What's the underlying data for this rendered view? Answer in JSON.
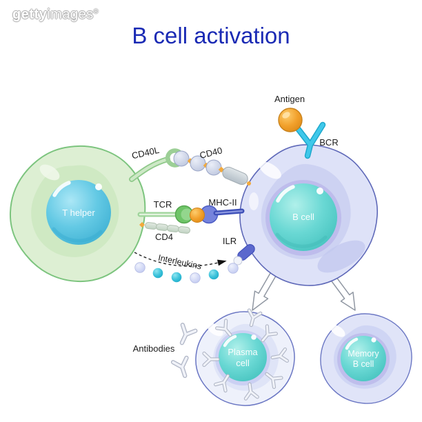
{
  "watermark": {
    "brand_bold": "getty",
    "brand_regular": "images",
    "registered_mark": "®"
  },
  "title": "B cell activation",
  "labels": {
    "antigen": "Antigen",
    "bcr": "BCR",
    "cd40l": "CD40L",
    "cd40": "CD40",
    "tcr": "TCR",
    "mhc_ii": "MHC-II",
    "cd4": "CD4",
    "ilr": "ILR",
    "interleukins": "Interleukins",
    "antibodies": "Antibodies"
  },
  "cells": {
    "t_helper": {
      "label": "T helper"
    },
    "b_cell": {
      "label": "B cell"
    },
    "plasma_cell": {
      "label_line1": "Plasma",
      "label_line2": "cell"
    },
    "memory_b_cell": {
      "label_line1": "Memory",
      "label_line2": "B cell"
    }
  },
  "colors": {
    "title_blue": "#1a2ab4",
    "t_helper_body": "#ddefd3",
    "t_helper_inner": "#cfe9c3",
    "t_helper_border": "#7cc47e",
    "b_cell_body": "#dee2f8",
    "b_cell_inner": "#cdd2f2",
    "b_cell_border": "#5e68b8",
    "plasma_body": "#eef1fb",
    "memory_body": "#e0e4f8",
    "nucleus_cyan": "#57c3e2",
    "nucleus_teal": "#62d4d0",
    "antigen_orange": "#f2a12c",
    "bcr_cyan": "#35c4e8",
    "mhc_blue": "#3e50b8",
    "receptor_green": "#8fc98a",
    "interleukin_teal": "#2ab8d4",
    "interleukin_lavender": "#c9d0f4",
    "label_text": "#1c1c1c"
  }
}
